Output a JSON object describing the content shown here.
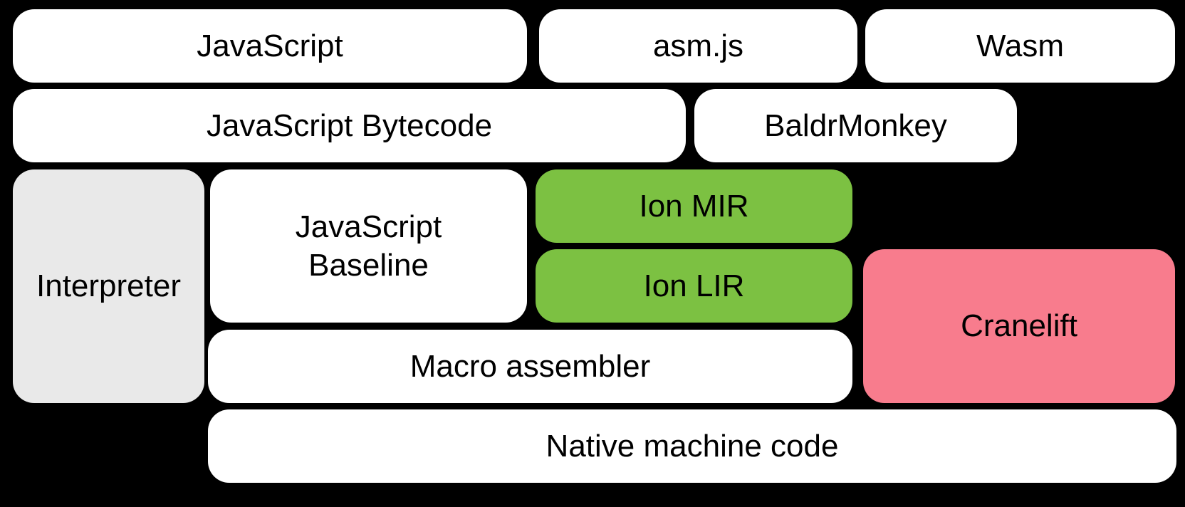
{
  "colors": {
    "background": "#000000",
    "box_default": "#ffffff",
    "interpreter_fill": "#e9e9e9",
    "ion_fill": "#7cc142",
    "cranelift_fill": "#f87c8d",
    "text": "#000000"
  },
  "boxes": {
    "javascript": {
      "label": "JavaScript"
    },
    "asmjs": {
      "label": "asm.js"
    },
    "wasm": {
      "label": "Wasm"
    },
    "bytecode": {
      "label": "JavaScript Bytecode"
    },
    "baldrmonkey": {
      "label": "BaldrMonkey"
    },
    "interpreter": {
      "label": "Interpreter"
    },
    "baseline": {
      "label": "JavaScript Baseline"
    },
    "ion_mir": {
      "label": "Ion MIR"
    },
    "ion_lir": {
      "label": "Ion LIR"
    },
    "cranelift": {
      "label": "Cranelift"
    },
    "macro_assembler": {
      "label": "Macro assembler"
    },
    "native": {
      "label": "Native machine code"
    }
  }
}
